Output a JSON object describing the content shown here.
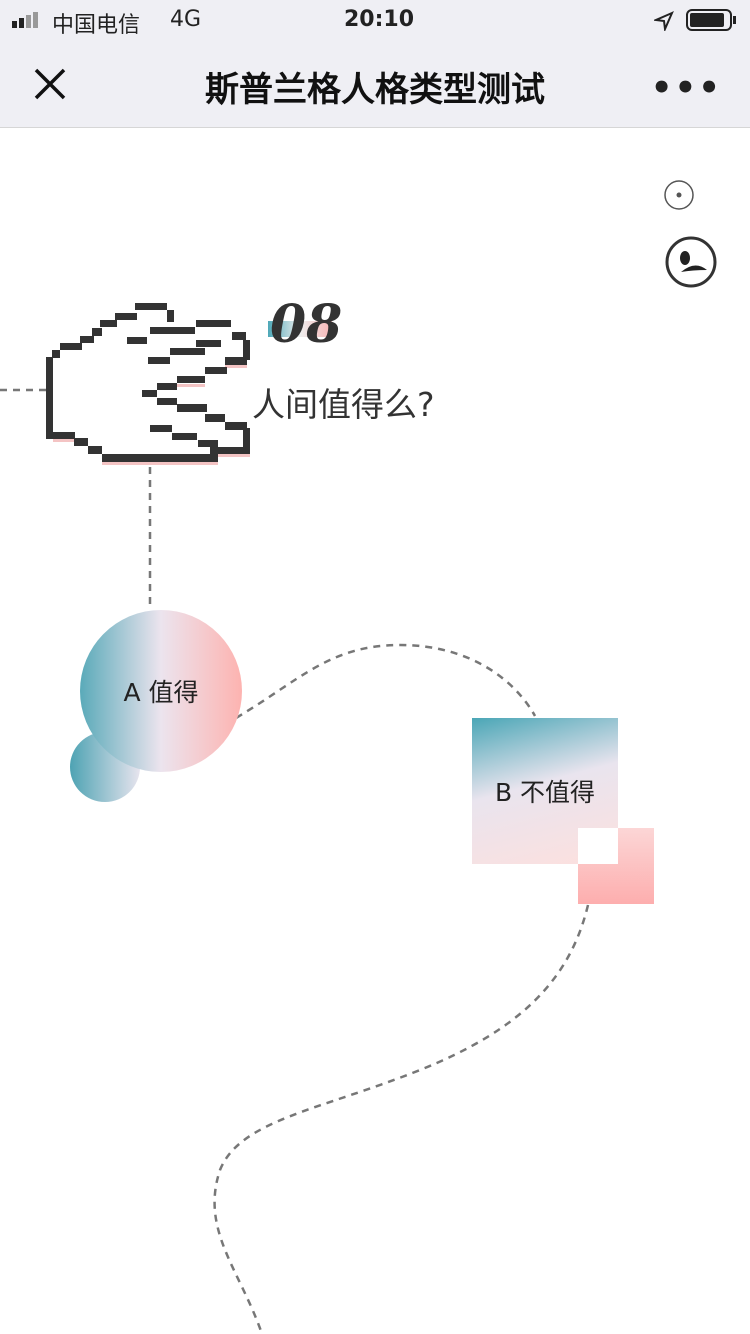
{
  "status_bar": {
    "carrier": "中国电信",
    "network": "4G",
    "time": "20:10"
  },
  "nav": {
    "title": "斯普兰格人格类型测试",
    "close_icon": "close-icon",
    "more_icon": "more-icon",
    "more_label": "•••"
  },
  "question": {
    "number": "08",
    "text": "人间值得么?"
  },
  "options": [
    {
      "label": "A 值得"
    },
    {
      "label": "B 不值得"
    }
  ],
  "icons": [
    "target-icon",
    "music-icon",
    "pixel-hand-icon"
  ],
  "colors": {
    "teal": "#4ea8b8",
    "pink": "#fdb3b0"
  }
}
